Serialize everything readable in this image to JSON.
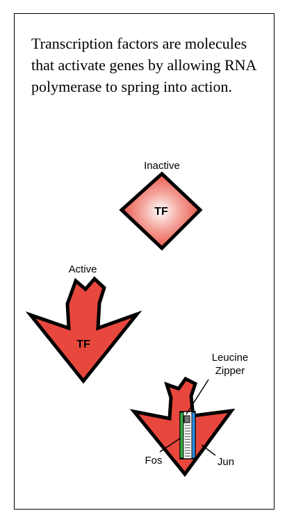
{
  "intro_text": "Transcription factors  are molecules that activate genes by allowing RNA polymerase to spring into action.",
  "labels": {
    "inactive": "Inactive",
    "active": "Active",
    "tf_inactive": "TF",
    "tf_active": "TF",
    "leucine": "Leucine",
    "zipper": "Zipper",
    "fos": "Fos",
    "jun": "Jun"
  },
  "colors": {
    "shape_fill": "#e8473d",
    "shape_glow": "#ffffff",
    "outline": "#000000",
    "fos_helix": "#3aa845",
    "jun_helix": "#2f8fe0"
  }
}
